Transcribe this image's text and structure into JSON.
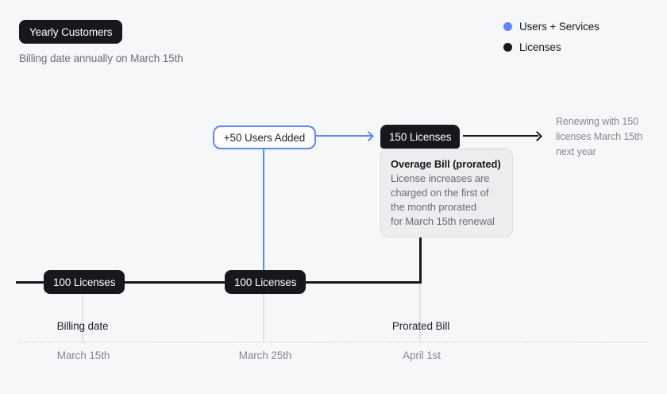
{
  "header": {
    "title": "Yearly Customers",
    "subtitle": "Billing date annually on March 15th"
  },
  "legend": [
    {
      "label": "Users + Services",
      "color": "#5E86F6"
    },
    {
      "label": "Licenses",
      "color": "#17181C"
    }
  ],
  "flow": {
    "users_added": "+50 Users Added",
    "licenses_after": "150 Licenses",
    "renewal_note": {
      "lines": [
        "Renewing with 150",
        "licenses March 15th",
        "next year"
      ]
    },
    "overage": {
      "title": "Overage Bill (prorated)",
      "lines": [
        "License increases are",
        "charged on the first of",
        "the month prorated",
        "for March 15th renewal"
      ]
    }
  },
  "timeline": {
    "badges": [
      "100 Licenses",
      "100 Licenses"
    ],
    "milestones": [
      {
        "label": "Billing date",
        "date": "March 15th"
      },
      {
        "label": "",
        "date": "March 25th"
      },
      {
        "label": "Prorated Bill",
        "date": "April 1st"
      }
    ]
  },
  "colors": {
    "accent_blue": "#5E86F6",
    "badge_black": "#17181C",
    "background": "#F6F7F9"
  }
}
